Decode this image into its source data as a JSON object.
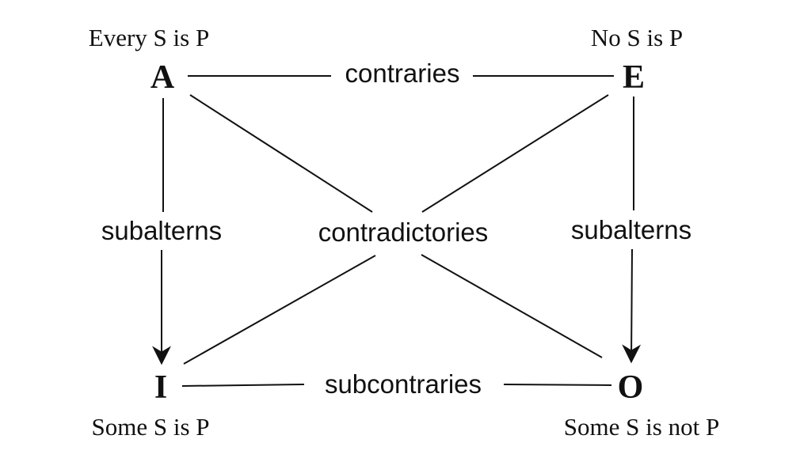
{
  "corners": {
    "a": {
      "letter": "A",
      "caption": "Every S is P"
    },
    "e": {
      "letter": "E",
      "caption": "No S is P"
    },
    "i": {
      "letter": "I",
      "caption": "Some S is P"
    },
    "o": {
      "letter": "O",
      "caption": "Some S is not P"
    }
  },
  "relations": {
    "contraries": "contraries",
    "subcontraries": "subcontraries",
    "contradictories": "contradictories",
    "subalterns_left": "subalterns",
    "subalterns_right": "subalterns"
  },
  "colors": {
    "ink": "#111111",
    "background": "#ffffff"
  }
}
